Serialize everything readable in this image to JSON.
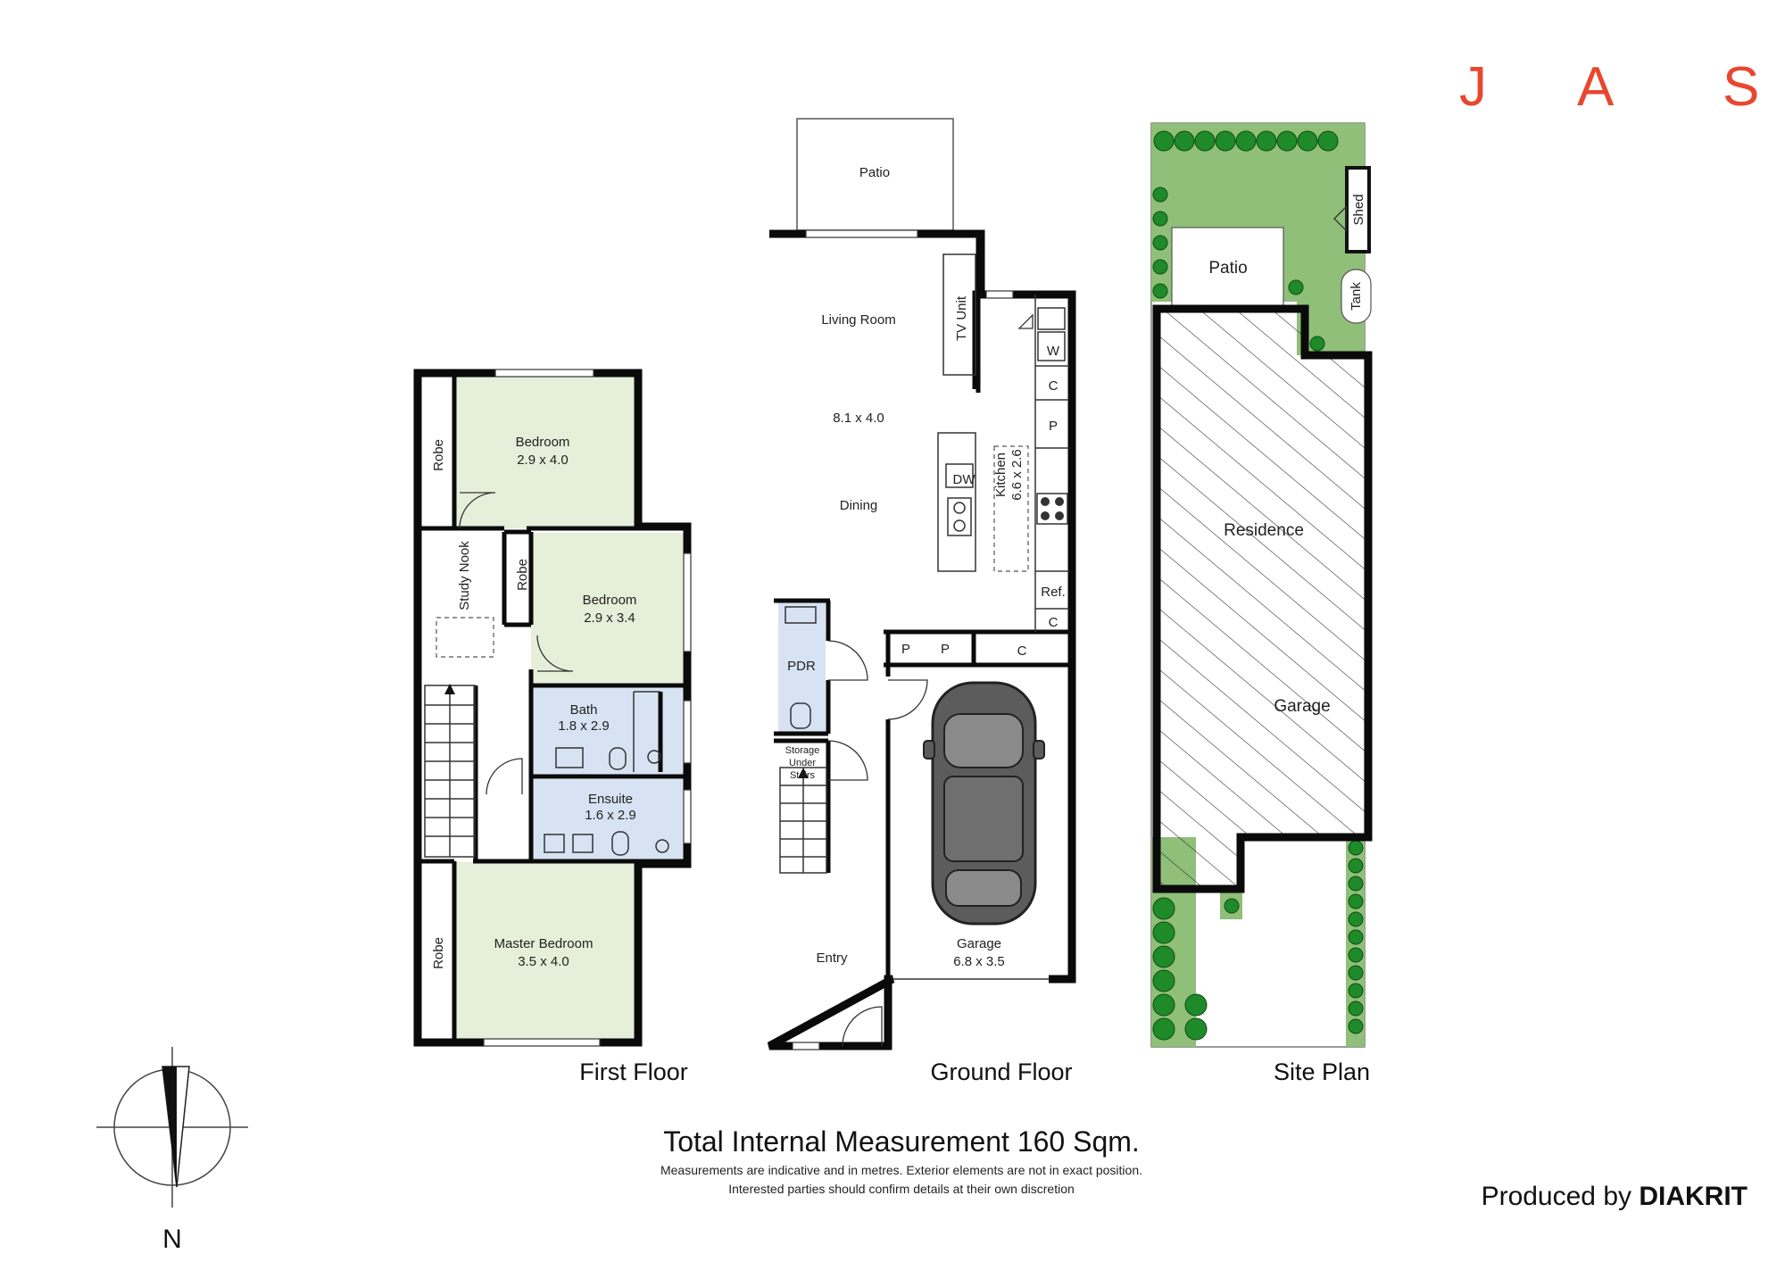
{
  "brand": {
    "logo_text": "J A S",
    "logo_color": "#e8472f"
  },
  "credit": {
    "prefix": "Produced by ",
    "name": "DIAKRIT"
  },
  "compass": {
    "label": "N"
  },
  "summary": {
    "headline": "Total Internal Measurement 160 Sqm.",
    "disclaimer_line1": "Measurements are indicative and in metres. Exterior elements are not in exact position.",
    "disclaimer_line2": "Interested parties should confirm details at their own discretion"
  },
  "colors": {
    "room_green": "#e6efd9",
    "wet_blue": "#d7e3f3",
    "site_green": "#8fbf78",
    "tree_green": "#1f8a2a"
  },
  "first_floor": {
    "title": "First Floor",
    "bedroom1": {
      "name": "Bedroom",
      "size": "2.9 x 4.0"
    },
    "bedroom2": {
      "name": "Bedroom",
      "size": "2.9 x 3.4"
    },
    "bath": {
      "name": "Bath",
      "size": "1.8 x 2.9"
    },
    "ensuite": {
      "name": "Ensuite",
      "size": "1.6 x 2.9"
    },
    "master": {
      "name": "Master Bedroom",
      "size": "3.5 x 4.0"
    },
    "study_nook": "Study Nook",
    "robe_label": "Robe"
  },
  "ground_floor": {
    "title": "Ground Floor",
    "patio": "Patio",
    "living_room": "Living Room",
    "living_size": "8.1 x 4.0",
    "dining": "Dining",
    "tv_unit": "TV Unit",
    "kitchen": "Kitchen",
    "kitchen_size": "6.6 x 2.6",
    "dw": "DW",
    "w": "W",
    "c": "C",
    "p": "P",
    "ref": "Ref.",
    "pdr": "PDR",
    "storage_lines": [
      "Storage",
      "Under",
      "Stairs"
    ],
    "entry": "Entry",
    "garage": {
      "name": "Garage",
      "size": "6.8 x 3.5"
    }
  },
  "site_plan": {
    "title": "Site Plan",
    "patio": "Patio",
    "shed": "Shed",
    "tank": "Tank",
    "residence": "Residence",
    "garage": "Garage"
  }
}
